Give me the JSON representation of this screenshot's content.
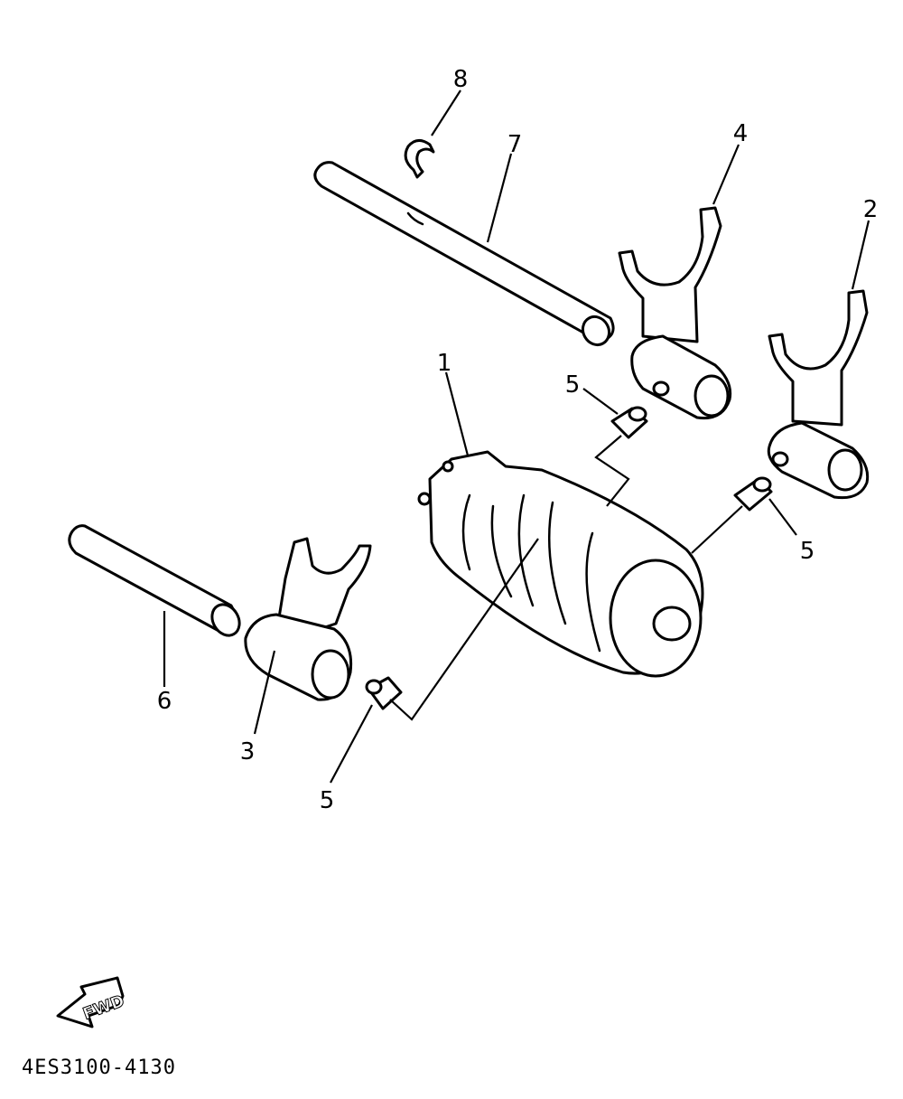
{
  "labels": {
    "l1": "1",
    "l2": "2",
    "l3": "3",
    "l4": "4",
    "l5a": "5",
    "l5b": "5",
    "l5c": "5",
    "l6": "6",
    "l7": "7",
    "l8": "8"
  },
  "fwd_arrow": {
    "text": "FWD",
    "icon": "fwd-arrow-icon"
  },
  "diagram_code": "4ES3100-4130",
  "colors": {
    "line": "#000000",
    "background": "#ffffff"
  }
}
